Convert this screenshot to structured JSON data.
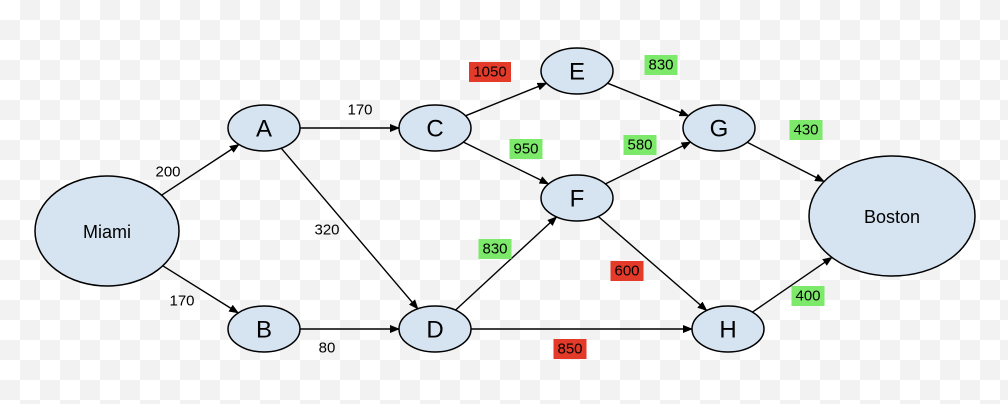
{
  "colors": {
    "node_fill": "#d6e3f1",
    "highlight_red": "#e33a2a",
    "highlight_green": "#7ce96a"
  },
  "nodes": [
    {
      "id": "miami",
      "label": "Miami"
    },
    {
      "id": "a",
      "label": "A"
    },
    {
      "id": "b",
      "label": "B"
    },
    {
      "id": "c",
      "label": "C"
    },
    {
      "id": "d",
      "label": "D"
    },
    {
      "id": "e",
      "label": "E"
    },
    {
      "id": "f",
      "label": "F"
    },
    {
      "id": "g",
      "label": "G"
    },
    {
      "id": "h",
      "label": "H"
    },
    {
      "id": "boston",
      "label": "Boston"
    }
  ],
  "edges": [
    {
      "from": "miami",
      "to": "a",
      "weight": "200",
      "highlight": "none"
    },
    {
      "from": "miami",
      "to": "b",
      "weight": "170",
      "highlight": "none"
    },
    {
      "from": "a",
      "to": "c",
      "weight": "170",
      "highlight": "none"
    },
    {
      "from": "a",
      "to": "d",
      "weight": "320",
      "highlight": "none"
    },
    {
      "from": "b",
      "to": "d",
      "weight": "80",
      "highlight": "none"
    },
    {
      "from": "c",
      "to": "e",
      "weight": "1050",
      "highlight": "red"
    },
    {
      "from": "c",
      "to": "f",
      "weight": "950",
      "highlight": "green"
    },
    {
      "from": "d",
      "to": "f",
      "weight": "830",
      "highlight": "green"
    },
    {
      "from": "d",
      "to": "h",
      "weight": "850",
      "highlight": "red"
    },
    {
      "from": "e",
      "to": "g",
      "weight": "830",
      "highlight": "green"
    },
    {
      "from": "f",
      "to": "g",
      "weight": "580",
      "highlight": "green"
    },
    {
      "from": "f",
      "to": "h",
      "weight": "600",
      "highlight": "red"
    },
    {
      "from": "g",
      "to": "boston",
      "weight": "430",
      "highlight": "green"
    },
    {
      "from": "h",
      "to": "boston",
      "weight": "400",
      "highlight": "green"
    }
  ]
}
